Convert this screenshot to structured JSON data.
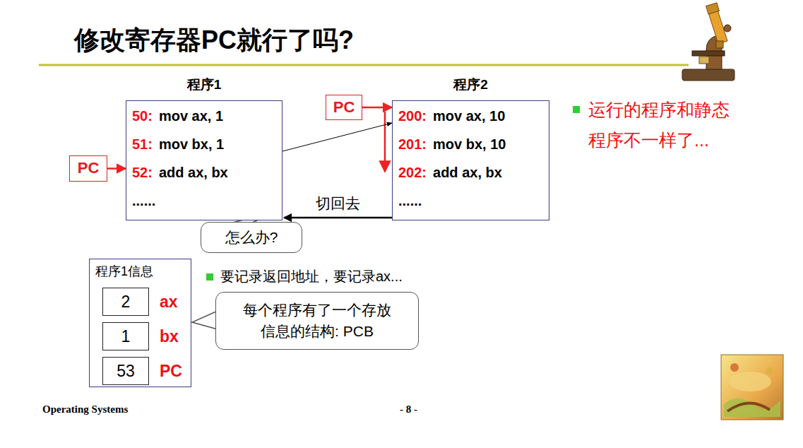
{
  "diagram": {
    "title": "修改寄存器PC就行了吗?",
    "nodes": [
      {
        "text": [
          "程序1",
          "50:",
          "mov ax, 1",
          "51:",
          "mov bx, 1",
          "52:",
          "add ax, bx",
          "......"
        ]
      },
      {
        "text": [
          "程序2",
          "200:",
          "mov ax, 10",
          "201:",
          "mov bx, 10",
          "202:",
          "add ax, bx",
          "......"
        ]
      },
      {
        "text": [
          "PC"
        ]
      },
      {
        "text": [
          "PC"
        ]
      },
      {
        "text": [
          "怎么办?"
        ]
      },
      {
        "text": [
          "程序1信息"
        ]
      },
      {
        "text": [
          "2",
          "ax"
        ],
        "in": 5
      },
      {
        "text": [
          "1",
          "bx"
        ],
        "in": 5
      },
      {
        "text": [
          "53",
          "PC"
        ],
        "in": 5
      },
      {
        "text": [
          "每个程序有了一个存放信息的结构: PCB"
        ]
      }
    ],
    "edges": [
      {
        "from": 2,
        "to": 0,
        "arrow": "to"
      },
      {
        "from": 3,
        "to": 1,
        "arrow": "to"
      },
      {
        "from": 0,
        "to": 1,
        "arrow": "to"
      },
      {
        "from": 1,
        "to": 0,
        "label": "切回去",
        "arrow": "to"
      }
    ],
    "labels": [
      "运行的程序和静态程序不一样了...",
      "要记录返回地址，要记录ax...",
      "Operating Systems",
      "- 8 -"
    ]
  }
}
